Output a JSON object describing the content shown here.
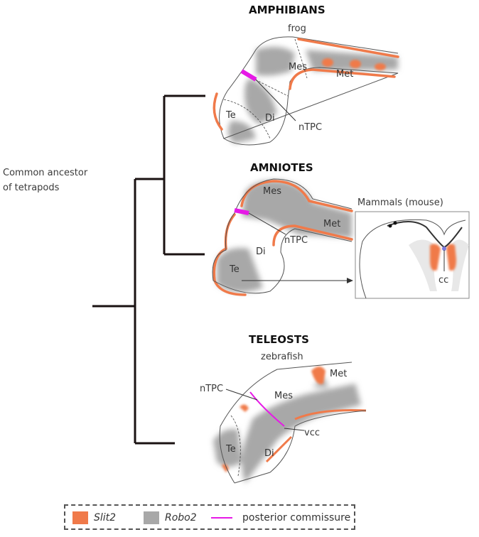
{
  "tree": {
    "ancestor_label_line1": "Common ancestor",
    "ancestor_label_line2": "of tetrapods"
  },
  "clades": [
    {
      "title": "AMPHIBIANS",
      "organism": "frog",
      "regions": {
        "te": "Te",
        "di": "Di",
        "mes": "Mes",
        "met": "Met"
      },
      "marker": "nTPC"
    },
    {
      "title": "AMNIOTES",
      "organism": "",
      "regions": {
        "te": "Te",
        "di": "Di",
        "mes": "Mes",
        "met": "Met"
      },
      "marker": "nTPC",
      "inset": {
        "title": "Mammals (mouse)",
        "marker": "cc"
      }
    },
    {
      "title": "TELEOSTS",
      "organism": "zebrafish",
      "regions": {
        "te": "Te",
        "di": "Di",
        "mes": "Mes",
        "met": "Met"
      },
      "marker": "nTPC",
      "marker2": "vcc"
    }
  ],
  "legend": {
    "items": [
      {
        "label": "Slit2",
        "color": "#f07a4a"
      },
      {
        "label": "Robo2",
        "color": "#a8a8a8"
      },
      {
        "label": "posterior commissure",
        "color": "#e619e6"
      }
    ]
  },
  "colors": {
    "slit2": "#f07a4a",
    "robo2": "#a8a8a8",
    "commissure": "#e619e6",
    "tree": "#1a1212"
  }
}
